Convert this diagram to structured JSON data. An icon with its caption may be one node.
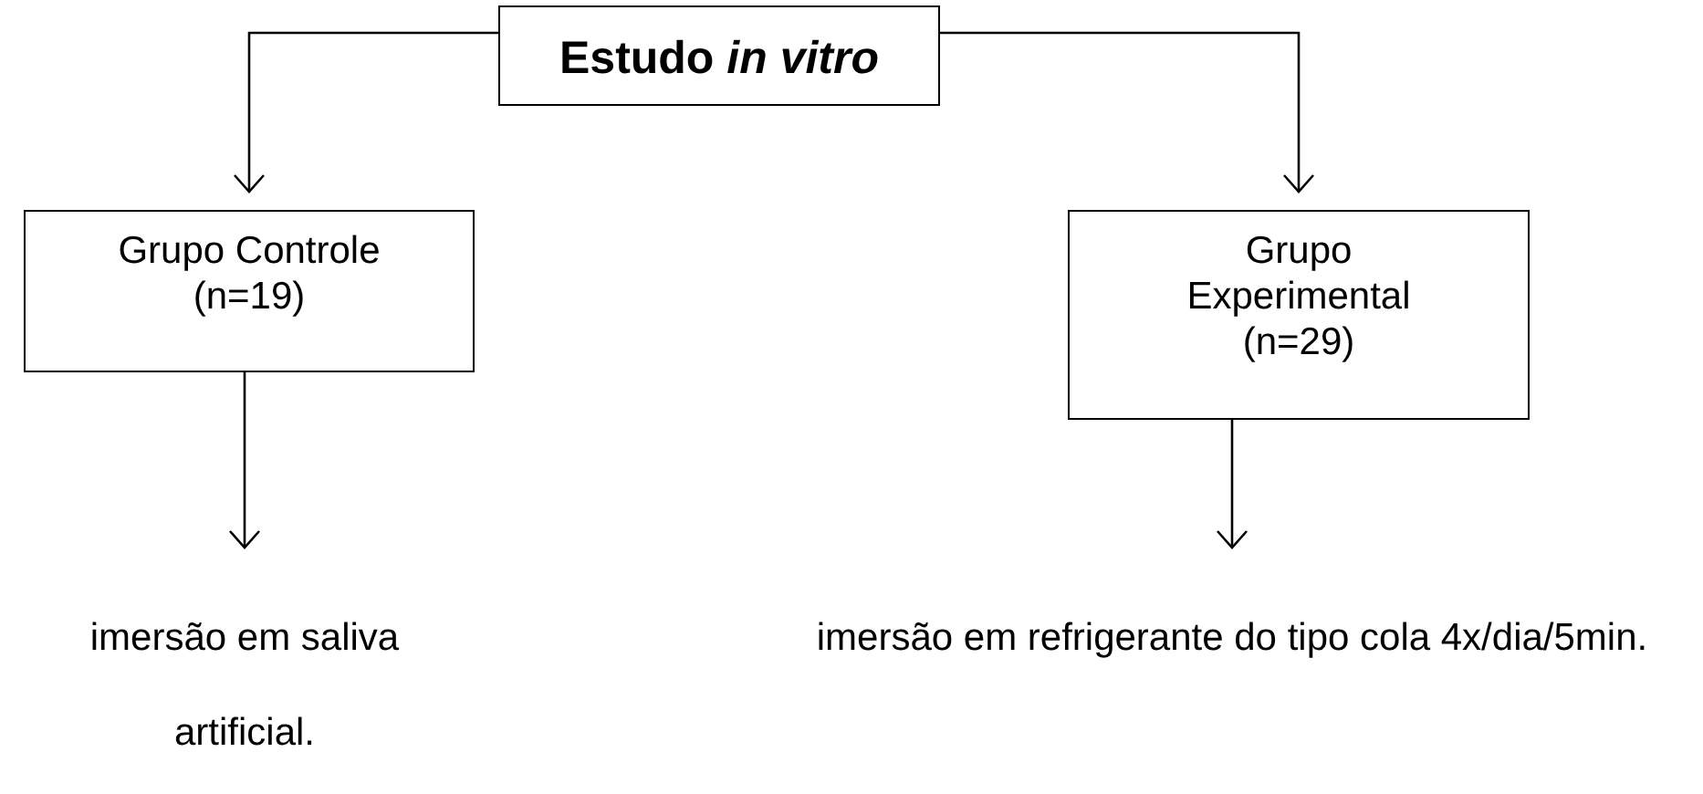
{
  "diagram": {
    "nodes": [
      {
        "text": [
          "Estudo *in vitro*"
        ]
      },
      {
        "text": [
          "Grupo Controle",
          "(n=19)"
        ]
      },
      {
        "text": [
          "Grupo Experimental",
          "(n=29)"
        ]
      },
      {
        "text": [
          "imersão em saliva artificial."
        ]
      },
      {
        "text": [
          "imersão em refrigerante do tipo cola 4x/dia/5min."
        ]
      }
    ],
    "edges": [
      {
        "from": 0,
        "to": 1,
        "arrow": "to"
      },
      {
        "from": 0,
        "to": 2,
        "arrow": "to"
      },
      {
        "from": 1,
        "to": 3,
        "arrow": "to"
      },
      {
        "from": 2,
        "to": 4,
        "arrow": "to"
      }
    ]
  }
}
